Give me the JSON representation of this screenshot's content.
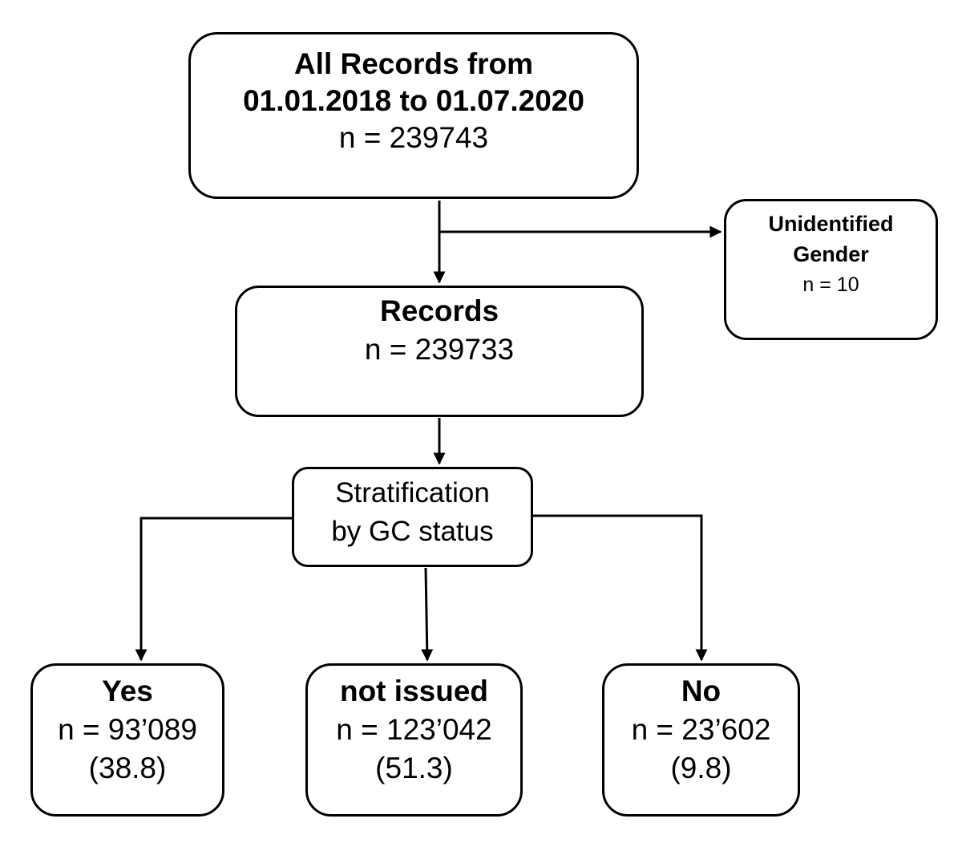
{
  "boxes": {
    "all_records": {
      "title_line1": "All Records from",
      "title_line2": "01.01.2018 to 01.07.2020",
      "count": "n = 239743"
    },
    "unidentified": {
      "title_line1": "Unidentified",
      "title_line2": "Gender",
      "count": "n = 10"
    },
    "records": {
      "title": "Records",
      "count": "n = 239733"
    },
    "stratification": {
      "line1": "Stratification",
      "line2": "by GC status"
    },
    "yes": {
      "title": "Yes",
      "count": "n = 93’089",
      "percent": "(38.8)"
    },
    "not_issued": {
      "title": "not issued",
      "count": "n = 123’042",
      "percent": "(51.3)"
    },
    "no": {
      "title": "No",
      "count": "n = 23’602",
      "percent": "(9.8)"
    }
  },
  "colors": {
    "stroke": "#000000",
    "background": "#ffffff"
  }
}
